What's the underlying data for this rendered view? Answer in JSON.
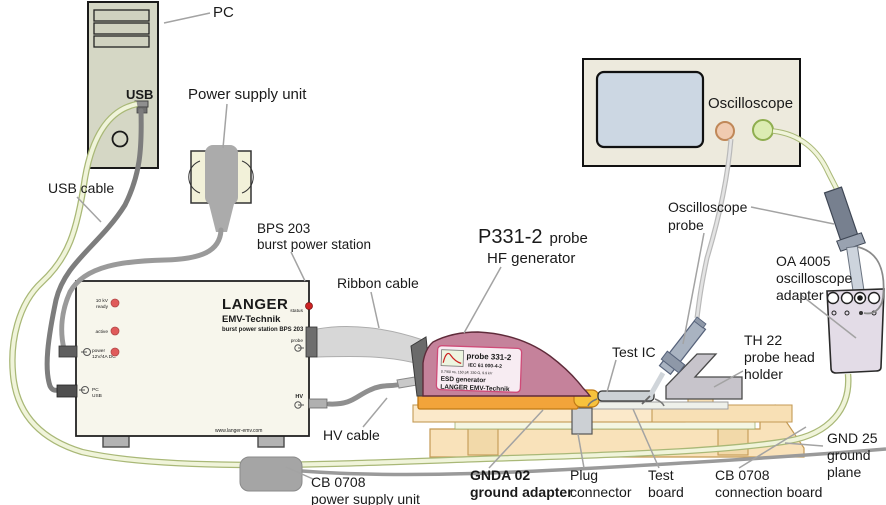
{
  "labels": {
    "pc": "PC",
    "usb_port": "USB",
    "power_supply_unit": "Power supply unit",
    "usb_cable": "USB cable",
    "bps203_title": "BPS 203",
    "bps203_subtitle": "burst power station",
    "ribbon_cable": "Ribbon cable",
    "p331_model": "P331-2",
    "p331_type": "probe",
    "p331_line2": "HF generator",
    "hv_cable": "HV cable",
    "cb0708_psu_line1": "CB 0708",
    "cb0708_psu_line2": "power supply unit",
    "gnda02_line1": "GNDA 02",
    "gnda02_line2": "ground adapter",
    "plug_line1": "Plug",
    "plug_line2": "connector",
    "test_board_line1": "Test",
    "test_board_line2": "board",
    "cb0708_board_line1": "CB 0708",
    "cb0708_board_line2": "connection board",
    "gnd25_line1": "GND 25",
    "gnd25_line2": "ground",
    "gnd25_line3": "plane",
    "test_ic": "Test IC",
    "th22_line1": "TH 22",
    "th22_line2": "probe head",
    "th22_line3": "holder",
    "oa4005_line1": "OA 4005",
    "oa4005_line2": "oscilloscope",
    "oa4005_line3": "adapter",
    "oscilloscope": "Oscilloscope",
    "osc_probe_line1": "Oscilloscope",
    "osc_probe_line2": "probe"
  },
  "bps203_device": {
    "brand": "LANGER",
    "brand_sub": "EMV-Technik",
    "model_text": "burst power station BPS 203",
    "website": "www.langer-emv.com",
    "led1_line1": "10 kV",
    "led1_line2": "ready",
    "led2": "active",
    "led3_line1": "power",
    "led3_line2": "12V/4A DC",
    "port4_line1": "PC",
    "port4_line2": "USB",
    "status_label": "status",
    "probe_label": "probe",
    "hv_label": "HV"
  },
  "p331_device": {
    "line1": "probe 331-2",
    "line2": "IEC 61 000-4-2",
    "specs": "0.7/60 ns, 150 pF, 330 Ω, 9.9 kV",
    "line3": "ESD generator",
    "line4": "LANGER EMV-Technik"
  },
  "colors": {
    "probe_body": "#c5829b",
    "ground_adapter_orange": "#f2a43a",
    "cable_green_core": "#f0f4da",
    "cable_green_edge": "#a9b877",
    "brand_blue": "#3a5bb0",
    "probe_label_red": "#d63060",
    "led_red": "#e05a5a",
    "base_tan": "#f9e2ba"
  }
}
